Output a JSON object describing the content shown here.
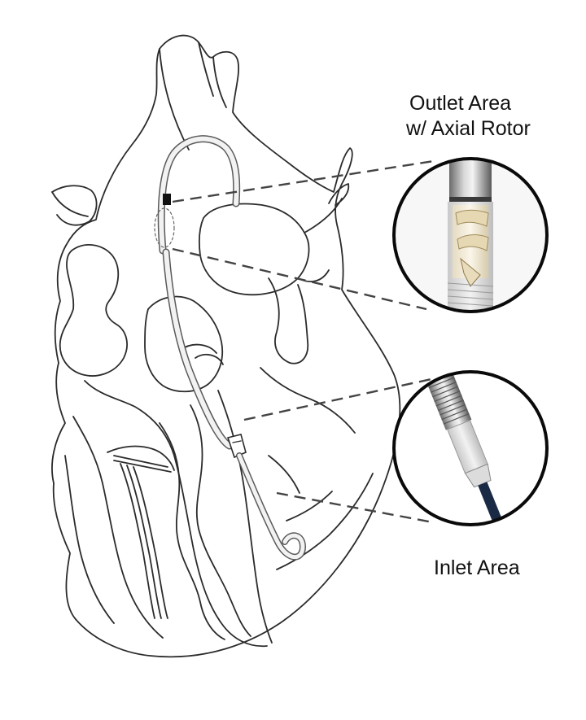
{
  "labels": {
    "outlet_title": "Outlet Area",
    "outlet_subtitle": "w/ Axial Rotor",
    "inlet": "Inlet Area"
  },
  "colors": {
    "outline": "#2b2b2b",
    "leader_dash": "#444444",
    "lens_ring": "#0a0a0a",
    "catheter": "#9a9a9a",
    "inlet_cannula": "#1a2a44"
  }
}
